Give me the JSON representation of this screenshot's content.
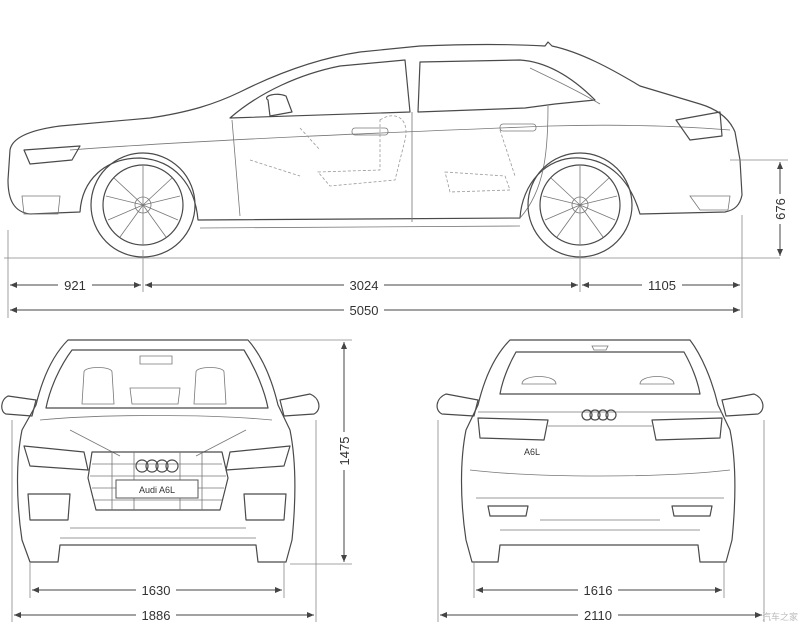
{
  "dimensions": {
    "front_overhang": "921",
    "wheelbase": "3024",
    "rear_overhang": "1105",
    "overall_length": "5050",
    "wheel_height": "676",
    "overall_height": "1475",
    "front_track": "1630",
    "overall_width": "1886",
    "rear_track": "1616",
    "width_with_mirrors": "2110"
  },
  "badges": {
    "front_plate": "Audi  A6L",
    "trunk_badge": "A6L"
  },
  "watermark": "汽车之家"
}
